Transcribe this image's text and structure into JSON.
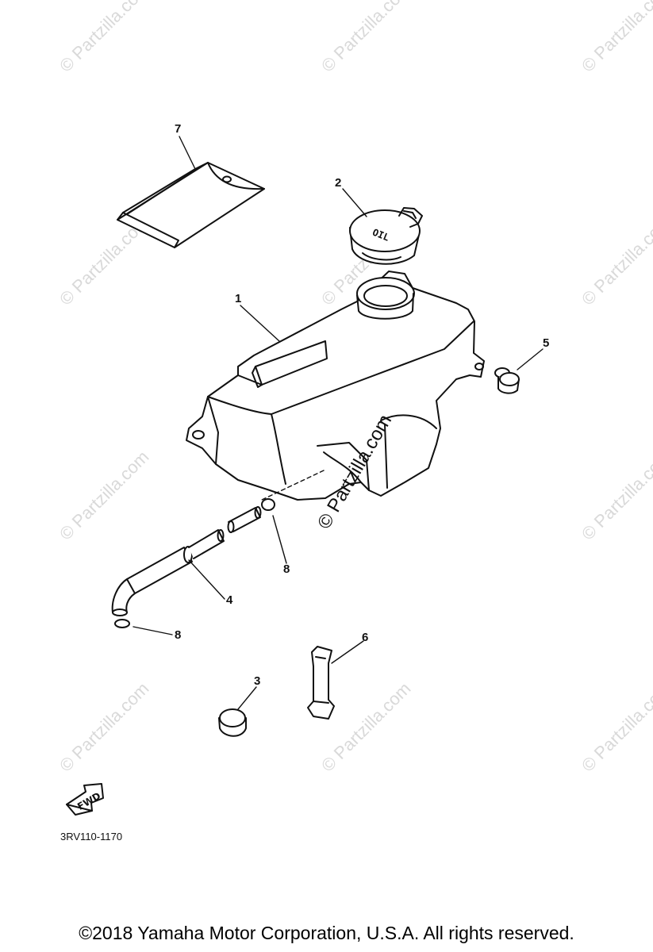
{
  "watermark": {
    "text": "© Partzilla.com"
  },
  "callouts": {
    "tank": "1",
    "cap": "2",
    "grommet": "3",
    "hose": "4",
    "bolt": "5",
    "band": "6",
    "cover": "7",
    "clip_upper": "8",
    "clip_lower": "8"
  },
  "cap_marking": "OIL",
  "fwd_marking": "FWD",
  "diagram_code": "3RV110-1170",
  "copyright": "©2018  Yamaha Motor Corporation, U.S.A. All rights reserved."
}
